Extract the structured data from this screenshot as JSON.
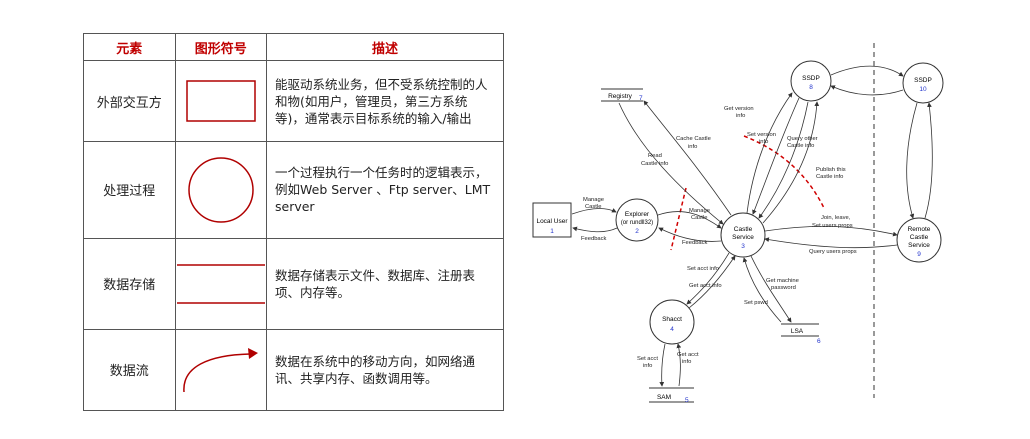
{
  "table": {
    "headers": [
      "元素",
      "图形符号",
      "描述"
    ],
    "rows": [
      {
        "name": "外部交互方",
        "symbol": "rectangle",
        "desc": "能驱动系统业务，但不受系统控制的人和物(如用户，管理员，第三方系统等)，通常表示目标系统的输入/输出"
      },
      {
        "name": "处理过程",
        "symbol": "circle",
        "desc": "一个过程执行一个任务时的逻辑表示，例如Web Server 、Ftp server、LMT server"
      },
      {
        "name": "数据存储",
        "symbol": "parallel-lines",
        "desc": "数据存储表示文件、数据库、注册表项、内存等。"
      },
      {
        "name": "数据流",
        "symbol": "curved-arrow",
        "desc": "数据在系统中的移动方向，如网络通讯、共享内存、函数调用等。"
      }
    ],
    "symbol_color": "#b00000"
  },
  "dfd": {
    "nodes": {
      "local_user": {
        "label": "Local User",
        "num": "1"
      },
      "explorer": {
        "label1": "Explorer",
        "label2": "(or rundll32)",
        "num": "2"
      },
      "castle": {
        "label1": "Castle",
        "label2": "Service",
        "num": "3"
      },
      "shacct": {
        "label": "Shacct",
        "num": "4"
      },
      "sam": {
        "label": "SAM",
        "num": "5"
      },
      "lsa": {
        "label": "LSA",
        "num": "6"
      },
      "registry": {
        "label": "Registry",
        "num": "7"
      },
      "ssdp8": {
        "label": "SSDP",
        "num": "8"
      },
      "remote": {
        "label1": "Remote",
        "label2": "Castle",
        "label3": "Service",
        "num": "9"
      },
      "ssdp10": {
        "label": "SSDP",
        "num": "10"
      }
    },
    "flows": {
      "manage_castle_1": "Manage",
      "manage_castle_2": "Castle",
      "feedback_1": "Feedback",
      "read_castle_1": "Read",
      "read_castle_2": "Castle info",
      "cache_castle_1": "Cache Castle",
      "cache_castle_2": "info",
      "get_version_1": "Get version",
      "get_version_2": "info",
      "set_version_1": "Set version",
      "set_version_2": "info",
      "query_other_1": "Query other",
      "query_other_2": "Castle info",
      "publish_1": "Publish this",
      "publish_2": "Castle info",
      "manage2_1": "Manage",
      "manage2_2": "Castle",
      "feedback_2": "Feedback",
      "join_leave": "Join, leave,",
      "set_users_props": "Set users props",
      "query_users_props": "Query users props",
      "set_acct_1": "Set acct info",
      "get_acct_1": "Get acct info",
      "get_machine_1": "Get machine",
      "get_machine_2": "password",
      "set_pswd": "Set pswd",
      "set_acct_2a": "Set acct",
      "set_acct_2b": "info",
      "get_acct_2a": "Get acct",
      "get_acct_2b": "info"
    },
    "boundary_color": "#d00000"
  }
}
